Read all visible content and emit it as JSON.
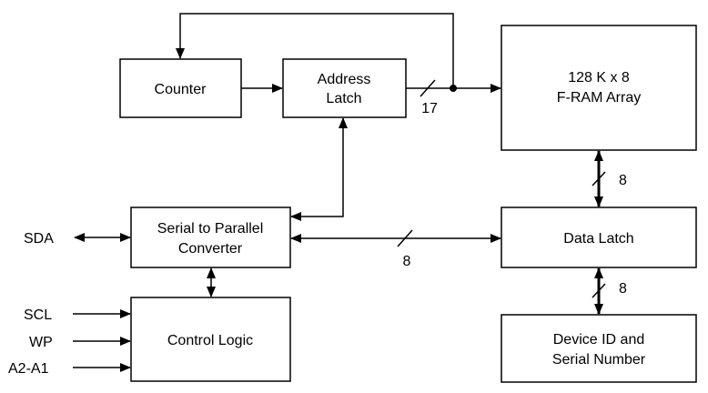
{
  "blocks": {
    "counter": "Counter",
    "address_latch": [
      "Address",
      "Latch"
    ],
    "fram_array": [
      "128 K x 8",
      "F-RAM Array"
    ],
    "serial_to_parallel": [
      "Serial to Parallel",
      "Converter"
    ],
    "data_latch": "Data Latch",
    "control_logic": "Control Logic",
    "device_id": [
      "Device ID and",
      "Serial Number"
    ]
  },
  "pins": {
    "sda": "SDA",
    "scl": "SCL",
    "wp": "WP",
    "a2a1": "A2-A1"
  },
  "bus_widths": {
    "address": "17",
    "array_to_data_latch": "8",
    "converter_to_data_latch": "8",
    "data_latch_to_device_id": "8"
  }
}
